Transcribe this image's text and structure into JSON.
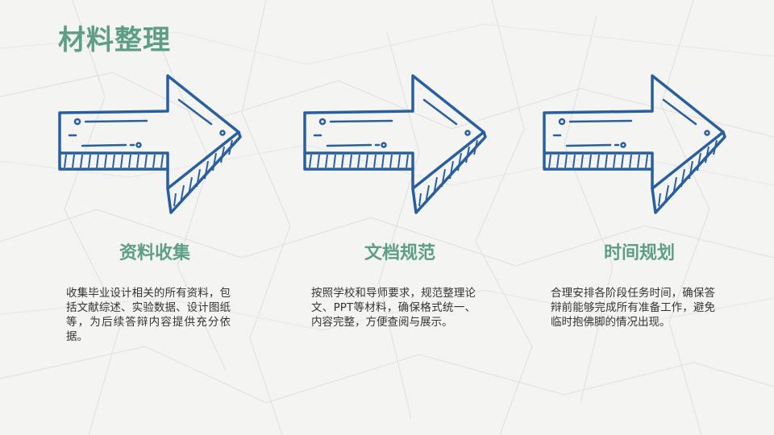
{
  "slide": {
    "title": "材料整理",
    "accent_color": "#5e9e86",
    "arrow_color": "#2a5f9e"
  },
  "columns": [
    {
      "icon": "arrow-right-icon",
      "heading": "资料收集",
      "text": "收集毕业设计相关的所有资料，包括文献综述、实验数据、设计图纸等，为后续答辩内容提供充分依据。"
    },
    {
      "icon": "arrow-right-icon",
      "heading": "文档规范",
      "text": "按照学校和导师要求，规范整理论文、PPT等材料，确保格式统一、内容完整，方便查阅与展示。"
    },
    {
      "icon": "arrow-right-icon",
      "heading": "时间规划",
      "text": "合理安排各阶段任务时间，确保答辩前能够完成所有准备工作，避免临时抱佛脚的情况出现。"
    }
  ]
}
